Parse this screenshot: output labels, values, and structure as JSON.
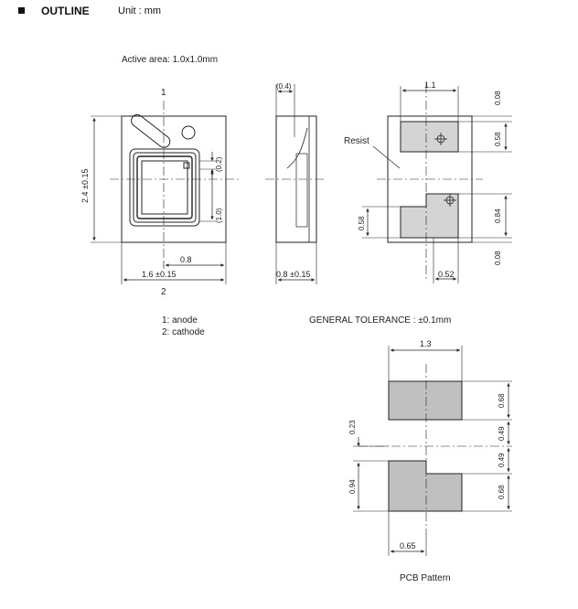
{
  "header": {
    "title": "OUTLINE",
    "unit": "Unit : mm"
  },
  "active_area": "Active area: 1.0x1.0mm",
  "front_view": {
    "pin_top": "1",
    "pin_bottom": "2",
    "dim_height": "2.4 ±0.15",
    "dim_02": "(0.2)",
    "dim_10": "(1.0)",
    "dim_08": "0.8",
    "dim_width": "1.6 ±0.15"
  },
  "side_view": {
    "dim_04": "(0.4)",
    "dim_thickness": "0.8 ±0.15"
  },
  "bottom_view": {
    "resist_label": "Resist",
    "dim_11": "1.1",
    "dim_058_right": "0.58",
    "dim_008_top": "0.08",
    "dim_084": "0.84",
    "dim_008_bottom": "0.08",
    "dim_058_left": "0.58",
    "dim_052": "0.52"
  },
  "legend": {
    "anode": "1: anode",
    "cathode": "2: cathode"
  },
  "tolerance": "GENERAL TOLERANCE : ±0.1mm",
  "pcb": {
    "dim_13": "1.3",
    "dim_068_top": "0.68",
    "dim_049_top": "0.49",
    "dim_049_bottom": "0.49",
    "dim_068_bottom": "0.68",
    "dim_023": "0.23",
    "dim_094": "0.94",
    "dim_065": "0.65",
    "caption": "PCB Pattern"
  },
  "colors": {
    "line": "#222222",
    "pad_fill": "#c8c8c8"
  }
}
